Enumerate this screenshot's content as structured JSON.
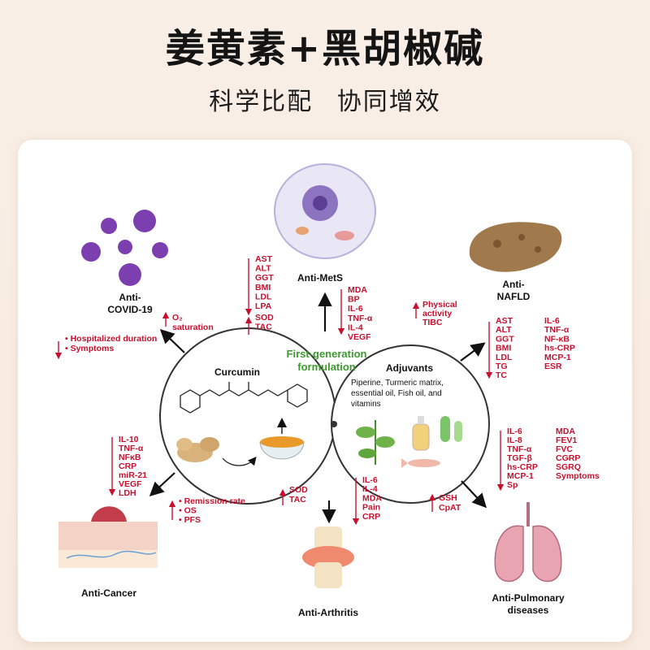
{
  "header": {
    "title": "姜黄素+黑胡椒碱",
    "subtitle": "科学比配  协同增效"
  },
  "diagram": {
    "center": {
      "formulation": [
        "First-generation",
        "formulation"
      ],
      "curcumin": "Curcumin",
      "adjuvants": "Adjuvants",
      "adjuvant_items": [
        "Piperine, Turmeric matrix,",
        "essential oil,  Fish oil, and",
        "vitamins"
      ]
    },
    "nodes": {
      "covid": [
        "Anti-",
        "COVID-19"
      ],
      "mets": "Anti-MetS",
      "nafld": [
        "Anti-",
        "NAFLD"
      ],
      "cancer": "Anti-Cancer",
      "arthritis": "Anti-Arthritis",
      "pulmonary": [
        "Anti-Pulmonary",
        "diseases"
      ]
    },
    "markers": {
      "covid_up": [
        "O₂",
        "saturation"
      ],
      "covid_down": [
        "Hospitalized duration",
        "Symptoms"
      ],
      "mets_down_left": [
        "AST",
        "ALT",
        "GGT",
        "BMI",
        "LDL",
        "LPA"
      ],
      "mets_up_left": [
        "SOD",
        "TAC"
      ],
      "mets_down_right": [
        "MDA",
        "BP",
        "IL-6",
        "TNF-α",
        "IL-4",
        "VEGF"
      ],
      "nafld_up": [
        "Physical",
        "activity",
        "TIBC"
      ],
      "nafld_down_1": [
        "AST",
        "ALT",
        "GGT",
        "BMI",
        "LDL",
        "TG",
        "TC"
      ],
      "nafld_down_2": [
        "IL-6",
        "TNF-α",
        "NF-κB",
        "hs-CRP",
        "MCP-1",
        "ESR"
      ],
      "cancer_down": [
        "IL-10",
        "TNF-α",
        "NFκB",
        "CRP",
        "miR-21",
        "VEGF",
        "LDH"
      ],
      "cancer_up": [
        "Remission rate",
        "OS",
        "PFS"
      ],
      "arthritis_up": [
        "SOD",
        "TAC"
      ],
      "arthritis_down": [
        "IL-6",
        "IL-4",
        "MDA",
        "Pain",
        "CRP"
      ],
      "pulm_up": [
        "GSH",
        "CpAT"
      ],
      "pulm_down_1": [
        "IL-6",
        "IL-8",
        "TNF-α",
        "TGF-β",
        "hs-CRP",
        "MCP-1",
        "Sp"
      ],
      "pulm_down_2": [
        "MDA",
        "FEV1",
        "FVC",
        "CGRP",
        "SGRQ",
        "Symptoms"
      ]
    },
    "colors": {
      "red": "#c8102e",
      "green": "#3d9a2d",
      "virus": "#7b3fb0"
    }
  }
}
